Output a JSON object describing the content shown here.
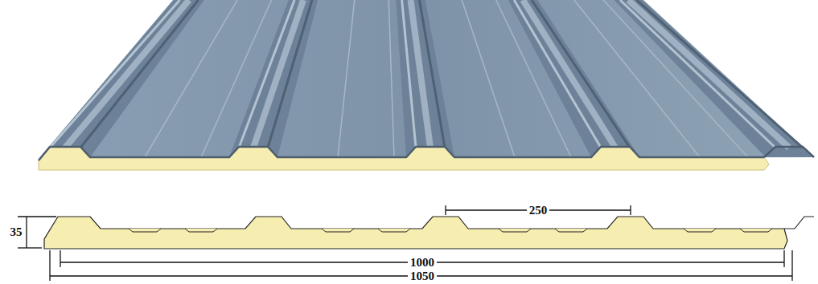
{
  "diagram": {
    "labels": [
      "35",
      "250",
      "1000",
      "1050"
    ]
  }
}
